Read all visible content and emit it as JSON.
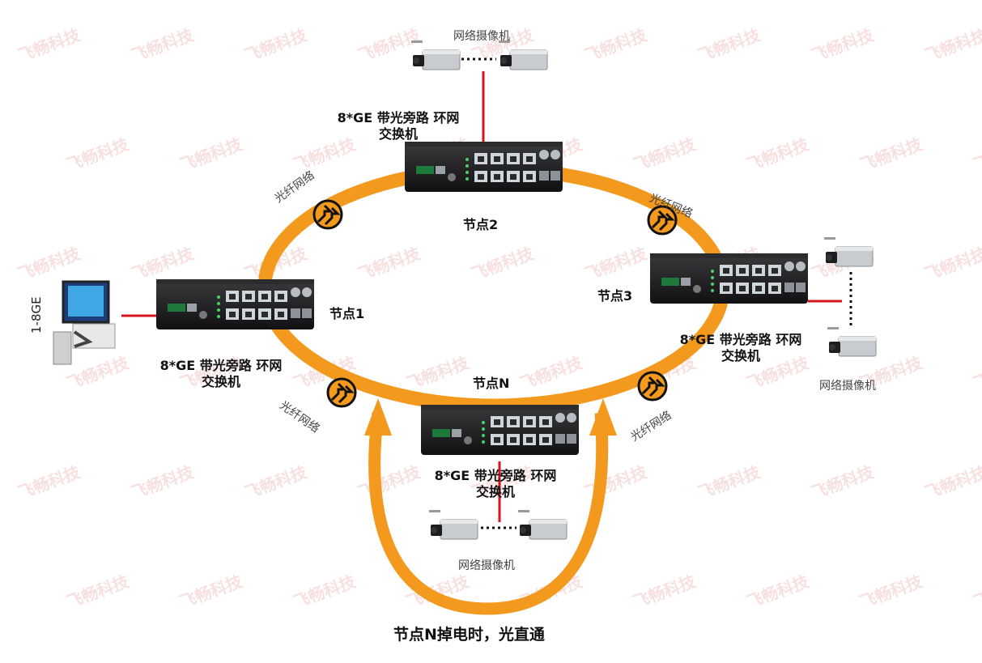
{
  "watermark": "飞畅科技",
  "nodes": {
    "node1": {
      "name": "节点1",
      "device_line1": "8*GE 带光旁路 环网",
      "device_line2": "交换机"
    },
    "node2": {
      "name": "节点2",
      "device_line1": "8*GE 带光旁路 环网",
      "device_line2": "交换机"
    },
    "node3": {
      "name": "节点3",
      "device_line1": "8*GE 带光旁路 环网",
      "device_line2": "交换机"
    },
    "nodeN": {
      "name": "节点N",
      "device_line1": "8*GE 带光旁路 环网",
      "device_line2": "交换机"
    }
  },
  "fiber_label": "光纤网络",
  "camera_label": "网络摄像机",
  "pc_label": "1-8GE",
  "bypass_caption": "节点N掉电时，光直通",
  "colors": {
    "ring": "#f39a1e",
    "link": "#d7141b",
    "device": "#1c1c1e"
  }
}
